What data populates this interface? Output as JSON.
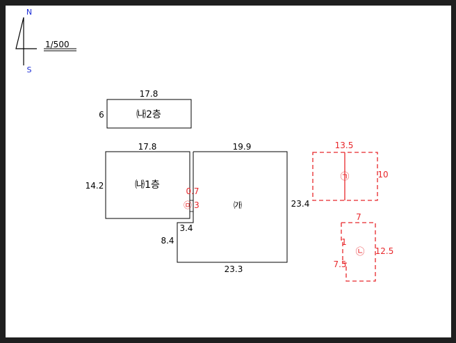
{
  "compass": {
    "north": "N",
    "south": "S"
  },
  "scale": "1/500",
  "colors": {
    "line": "#000000",
    "red": "#e8262a",
    "blue": "#1a2bd6",
    "background": "#ffffff"
  },
  "buildings": {
    "na_2f": {
      "label": "㈏2층",
      "width": "17.8",
      "height": "6"
    },
    "na_1f": {
      "label": "㈏1층",
      "width": "17.8",
      "height": "14.2"
    },
    "ga": {
      "label": "㈎",
      "top": "19.9",
      "right": "23.4",
      "bottom": "23.3",
      "left_lower": "8.4",
      "step": "3.4"
    },
    "ma": {
      "label": "㉤",
      "offset": "0.7",
      "width": "3"
    },
    "ga_circle": {
      "label": "㉠",
      "width": "13.5",
      "height": "10"
    },
    "na_circle": {
      "label": "㉡",
      "top": "7",
      "right": "12.5",
      "left_lower": "7.5",
      "notch": "1"
    }
  }
}
